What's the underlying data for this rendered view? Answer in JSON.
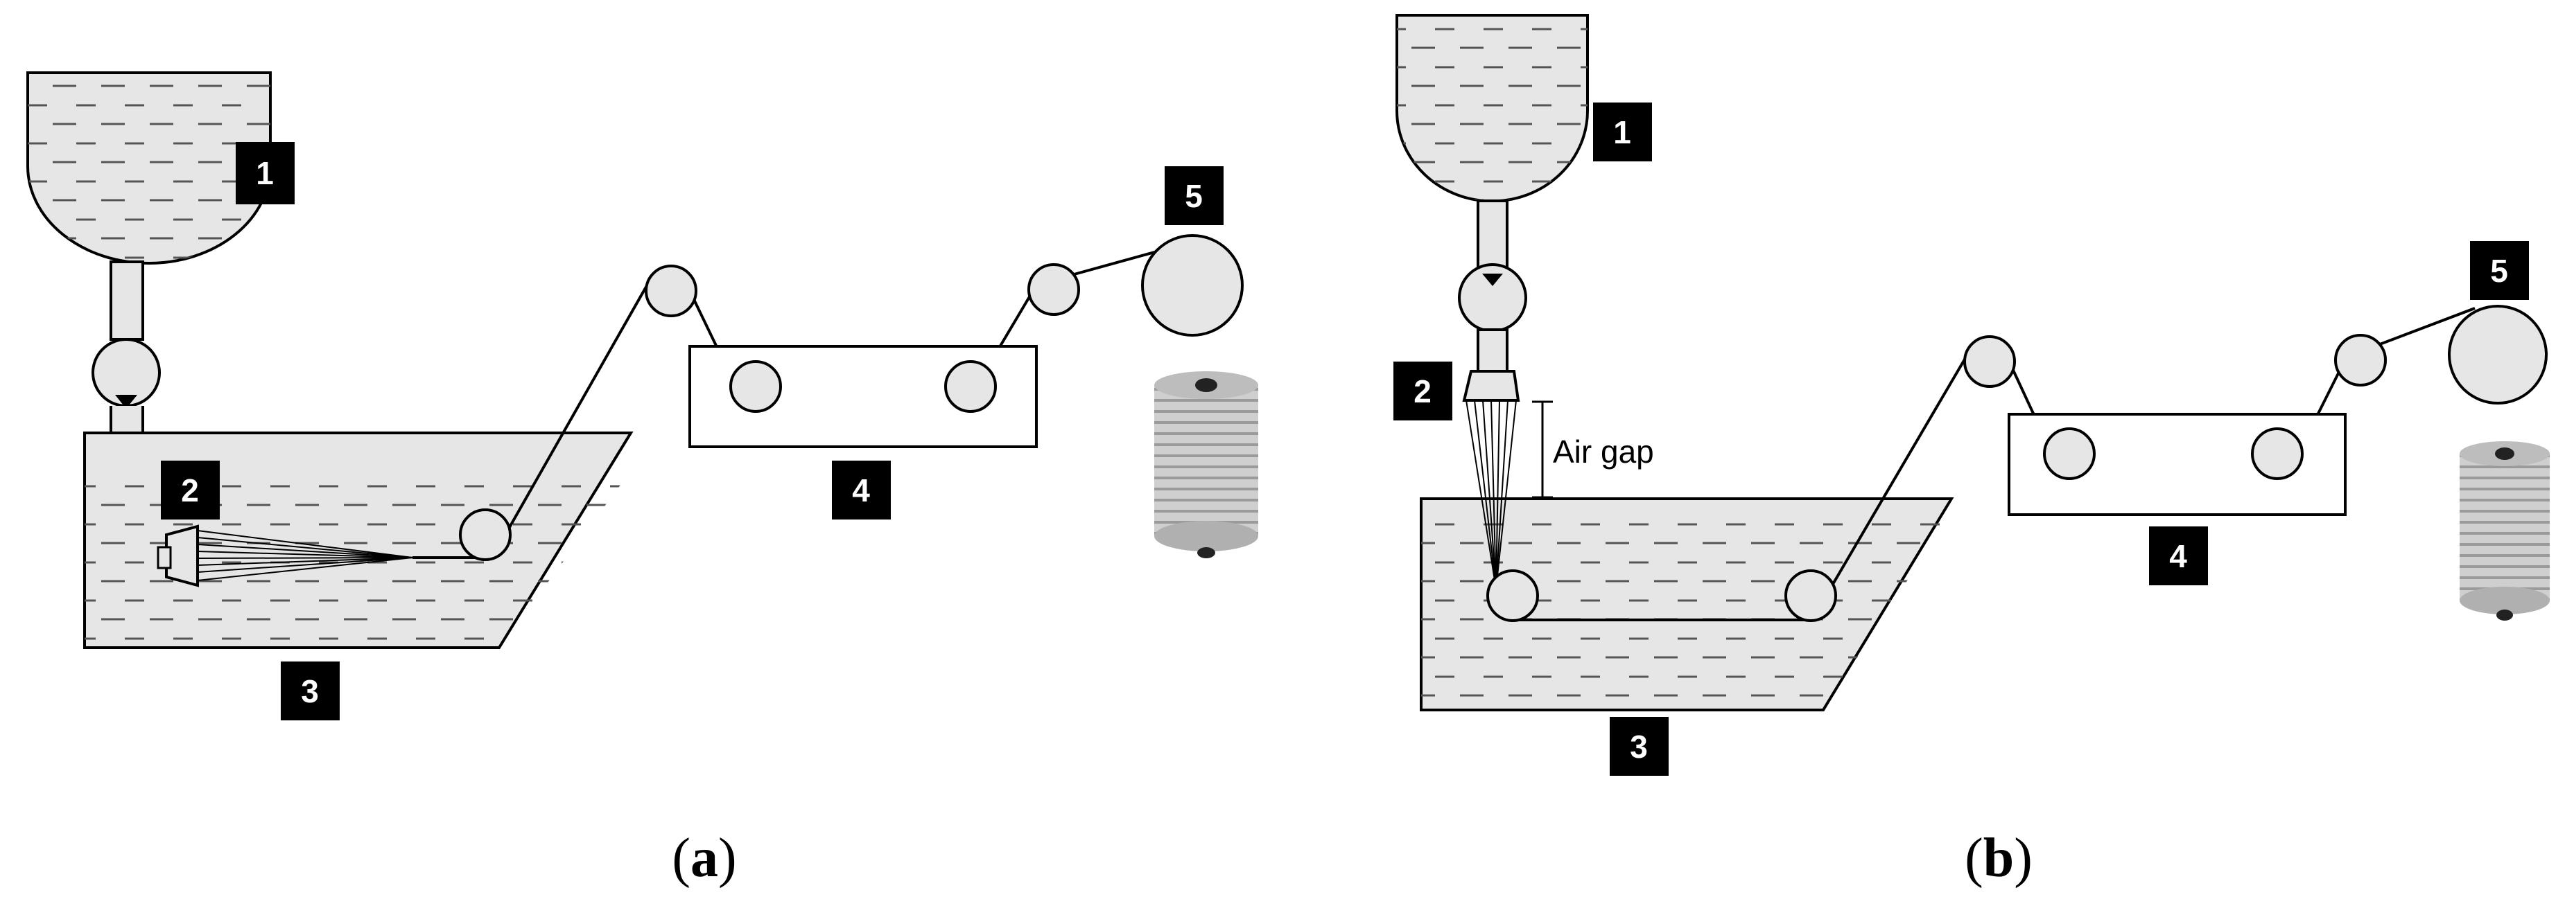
{
  "panels": [
    {
      "id": "a",
      "caption": {
        "open": "(",
        "letter": "a",
        "close": ")"
      },
      "badges": [
        "1",
        "2",
        "3",
        "4",
        "5"
      ]
    },
    {
      "id": "b",
      "caption": {
        "open": "(",
        "letter": "b",
        "close": ")"
      },
      "badges": [
        "1",
        "2",
        "3",
        "4",
        "5"
      ],
      "air_gap_label": "Air gap"
    }
  ],
  "colors": {
    "stroke": "#000000",
    "fill_light": "#e6e6e6",
    "badge": "#000000",
    "bobbin": "#cfcfcf"
  }
}
